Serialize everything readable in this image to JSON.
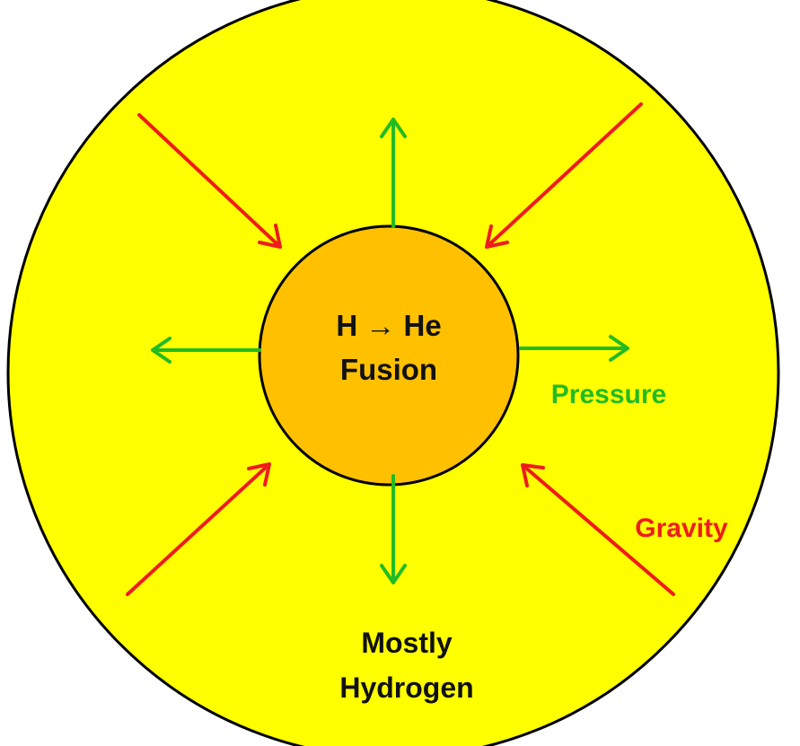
{
  "core": {
    "line1": "H → He",
    "line2": "Fusion"
  },
  "labels": {
    "pressure": "Pressure",
    "gravity": "Gravity",
    "envelope_line1": "Mostly",
    "envelope_line2": "Hydrogen"
  },
  "colors": {
    "envelope": "#ffff00",
    "core": "#ffc000",
    "outline": "#000000",
    "pressure_arrow": "#22bb22",
    "gravity_arrow": "#ee1c1c",
    "text": "#111111"
  }
}
